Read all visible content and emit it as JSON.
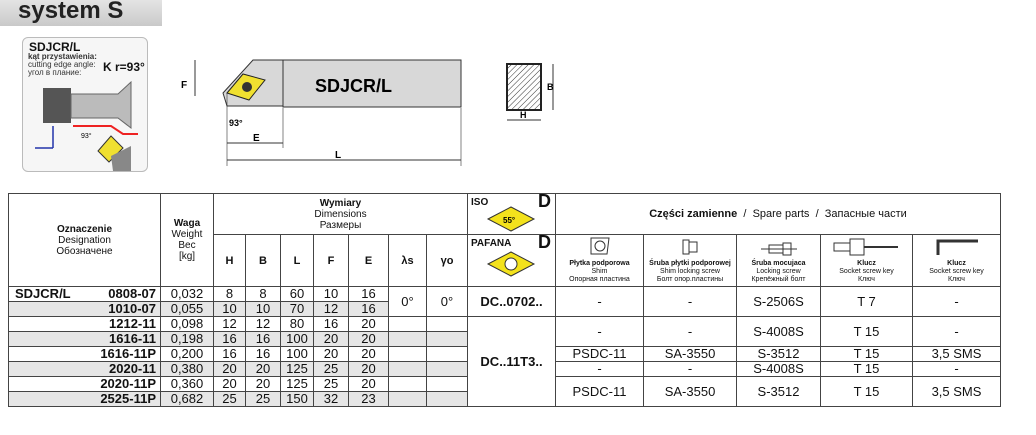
{
  "header": {
    "title": "system S"
  },
  "card": {
    "code": "SDJCR/L",
    "angle_pl": "kąt przystawienia:",
    "angle_en": "cutting edge angle:",
    "angle_ru": "угол в плание:",
    "kr": "K r=93°",
    "angle_small": "93°"
  },
  "drawing": {
    "label": "SDJCR/L",
    "F": "F",
    "E": "E",
    "L": "L",
    "angle": "93°",
    "H": "H",
    "B": "B"
  },
  "table": {
    "designation": [
      "Oznaczenie",
      "Designation",
      "Обозначене"
    ],
    "weight": [
      "Waga",
      "Weight",
      "Вес",
      "[kg]"
    ],
    "dims": [
      "Wymiary",
      "Dimensions",
      "Размеры"
    ],
    "cols": [
      "H",
      "B",
      "L",
      "F",
      "E",
      "λs",
      "γo"
    ],
    "iso": "ISO",
    "iso_letter": "D",
    "iso_angle": "55°",
    "pafana": "PAFANA",
    "pafana_letter": "D",
    "spare_title": {
      "pl": "Części zamienne",
      "en": "Spare parts",
      "ru": "Запасные части",
      "sep": "/"
    },
    "spare_cols": [
      {
        "pl": "Płytka podporowa",
        "en": "Shim",
        "ru": "Опорная пластина"
      },
      {
        "pl": "Śruba płytki podporowej",
        "en": "Shim locking screw",
        "ru": "Болт опор.пластины"
      },
      {
        "pl": "Śruba mocujaca",
        "en": "Locking screw",
        "ru": "Крепёжный болт"
      },
      {
        "pl": "Klucz",
        "en": "Socket screw key",
        "ru": "Ключ"
      },
      {
        "pl": "Klucz",
        "en": "Socket screw key",
        "ru": "Ключ"
      }
    ],
    "family": "SDJCR/L",
    "rows": [
      {
        "d": "0808-07",
        "w": "0,032",
        "H": "8",
        "B": "8",
        "L": "60",
        "F": "10",
        "E": "16"
      },
      {
        "d": "1010-07",
        "w": "0,055",
        "H": "10",
        "B": "10",
        "L": "70",
        "F": "12",
        "E": "16"
      },
      {
        "d": "1212-11",
        "w": "0,098",
        "H": "12",
        "B": "12",
        "L": "80",
        "F": "16",
        "E": "20"
      },
      {
        "d": "1616-11",
        "w": "0,198",
        "H": "16",
        "B": "16",
        "L": "100",
        "F": "20",
        "E": "20"
      },
      {
        "d": "1616-11P",
        "w": "0,200",
        "H": "16",
        "B": "16",
        "L": "100",
        "F": "20",
        "E": "20"
      },
      {
        "d": "2020-11",
        "w": "0,380",
        "H": "20",
        "B": "20",
        "L": "125",
        "F": "25",
        "E": "20"
      },
      {
        "d": "2020-11P",
        "w": "0,360",
        "H": "20",
        "B": "20",
        "L": "125",
        "F": "25",
        "E": "20"
      },
      {
        "d": "2525-11P",
        "w": "0,682",
        "H": "25",
        "B": "25",
        "L": "150",
        "F": "32",
        "E": "23"
      }
    ],
    "lambda": "0°",
    "gamma": "0°",
    "inserts": [
      "DC..0702..",
      "DC..11T3.."
    ],
    "spares": [
      [
        "-",
        "-",
        "S-2506S",
        "T 7",
        "-"
      ],
      [
        "-",
        "-",
        "S-4008S",
        "T 15",
        "-"
      ],
      [
        "PSDC-11",
        "SA-3550",
        "S-3512",
        "T 15",
        "3,5 SMS"
      ],
      [
        "-",
        "-",
        "S-4008S",
        "T 15",
        "-"
      ],
      [
        "PSDC-11",
        "SA-3550",
        "S-3512",
        "T 15",
        "3,5 SMS"
      ]
    ]
  }
}
